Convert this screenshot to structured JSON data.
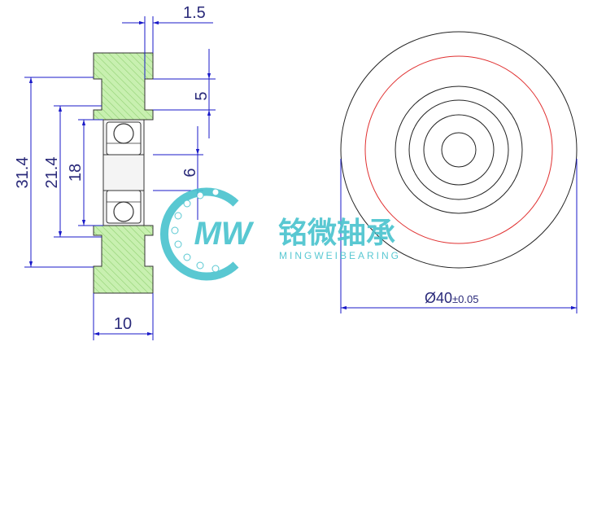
{
  "dimensions": {
    "groove_width": "1.5",
    "groove_depth": "5",
    "bearing_offset": "6",
    "outer_height": "31.4",
    "groove_span": "21.4",
    "bearing_od": "18",
    "width": "10",
    "diameter": "Ø40",
    "diameter_tolerance": "±0.05"
  },
  "logo": {
    "mark": "MW",
    "name_cn": "铭微轴承",
    "name_en": "MINGWEIBEARING"
  },
  "colors": {
    "dimension_line": "#1a1ac8",
    "outline": "#222222",
    "hatch_fill": "#c8f0b0",
    "hatch_line": "#8fd070",
    "red_circle": "#e03030",
    "logo_teal": "#4cc4cf",
    "logo_dark": "#4a4a4a"
  }
}
